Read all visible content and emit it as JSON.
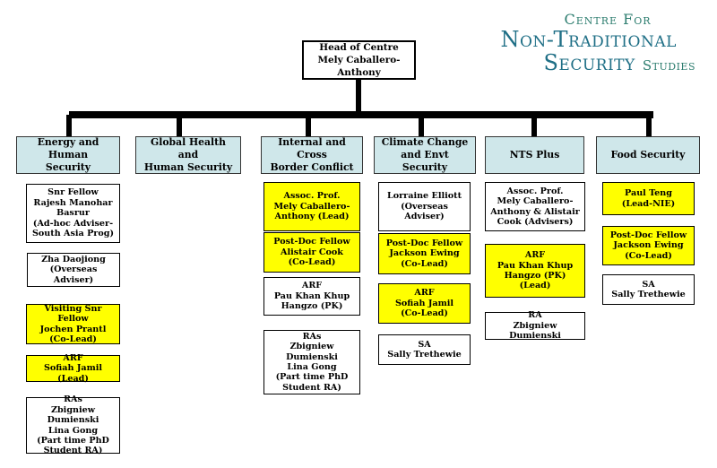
{
  "logo": {
    "line1": "Centre For",
    "line2": "Non-Traditional",
    "line3a": "Security",
    "line3b": "Studies"
  },
  "head": {
    "title": "Head of Centre",
    "name": "Mely Caballero-Anthony"
  },
  "columns": [
    {
      "header": [
        "Energy and Human",
        "Security"
      ],
      "boxes": [
        {
          "lines": [
            "Snr Fellow",
            "Rajesh Manohar",
            "Basrur",
            "(Ad-hoc Adviser-",
            "South Asia Prog)"
          ],
          "color": "white"
        },
        {
          "lines": [
            "Zha Daojiong",
            "(Overseas Adviser)"
          ],
          "color": "white"
        },
        {
          "lines": [
            "Visiting Snr Fellow",
            "Jochen Prantl",
            "(Co-Lead)"
          ],
          "color": "yellow"
        },
        {
          "lines": [
            "ARF",
            "Sofiah Jamil (Lead)"
          ],
          "color": "yellow"
        },
        {
          "lines": [
            "RAs",
            "Zbigniew Dumienski",
            "Lina Gong",
            "(Part time PhD",
            "Student RA)"
          ],
          "color": "white"
        }
      ]
    },
    {
      "header": [
        "Global Health and",
        "Human Security"
      ],
      "boxes": []
    },
    {
      "header": [
        "Internal and Cross",
        "Border Conflict"
      ],
      "boxes": [
        {
          "lines": [
            "Assoc. Prof.",
            "Mely Caballero-",
            "Anthony (Lead)"
          ],
          "color": "yellow"
        },
        {
          "lines": [
            "Post-Doc Fellow",
            "Alistair Cook",
            "(Co-Lead)"
          ],
          "color": "yellow"
        },
        {
          "lines": [
            "ARF",
            "Pau Khan Khup",
            "Hangzo (PK)"
          ],
          "color": "white"
        },
        {
          "lines": [
            "RAs",
            "Zbigniew Dumienski",
            "Lina Gong",
            "(Part time PhD",
            "Student RA)"
          ],
          "color": "white"
        }
      ]
    },
    {
      "header": [
        "Climate Change",
        "and  Envt Security"
      ],
      "boxes": [
        {
          "lines": [
            "Lorraine Elliott",
            "(Overseas",
            "Adviser)"
          ],
          "color": "white"
        },
        {
          "lines": [
            "Post-Doc Fellow",
            "Jackson Ewing",
            "(Co-Lead)"
          ],
          "color": "yellow"
        },
        {
          "lines": [
            "ARF",
            "Sofiah Jamil",
            "(Co-Lead)"
          ],
          "color": "yellow"
        },
        {
          "lines": [
            "SA",
            "Sally Trethewie"
          ],
          "color": "white"
        }
      ]
    },
    {
      "header": [
        "NTS Plus"
      ],
      "boxes": [
        {
          "lines": [
            "Assoc. Prof.",
            "Mely Caballero-",
            "Anthony & Alistair",
            "Cook (Advisers)"
          ],
          "color": "white"
        },
        {
          "lines": [
            "ARF",
            "Pau Khan Khup",
            "Hangzo (PK)",
            "(Lead)"
          ],
          "color": "yellow"
        },
        {
          "lines": [
            "RA",
            "Zbigniew Dumienski"
          ],
          "color": "white"
        }
      ]
    },
    {
      "header": [
        "Food Security"
      ],
      "boxes": [
        {
          "lines": [
            "Paul Teng",
            "(Lead-NIE)"
          ],
          "color": "yellow"
        },
        {
          "lines": [
            "Post-Doc Fellow",
            "Jackson Ewing",
            "(Co-Lead)"
          ],
          "color": "yellow"
        },
        {
          "lines": [
            "SA",
            "Sally Trethewie"
          ],
          "color": "white"
        }
      ]
    }
  ]
}
